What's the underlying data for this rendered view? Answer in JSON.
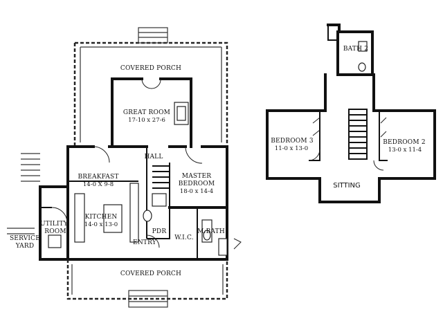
{
  "first_floor": {
    "covered_porch_rear": "COVERED PORCH",
    "great_room": {
      "name": "GREAT ROOM",
      "size": "17-10 x 27-6"
    },
    "hall": "HALL",
    "breakfast": {
      "name": "BREAKFAST",
      "size": "14-0 X 9-8"
    },
    "master_bedroom": {
      "name_line1": "MASTER",
      "name_line2": "BEDROOM",
      "size": "18-0 x 14-4"
    },
    "kitchen": {
      "name": "KITCHEN",
      "size": "14-0 x 13-0"
    },
    "utility_room": {
      "line1": "UTILITY",
      "line2": "ROOM"
    },
    "service_yard": {
      "line1": "SERVICE",
      "line2": "YARD"
    },
    "pdr": "PDR",
    "wic": "W.I.C.",
    "mbath": "M.BATH",
    "entry": "ENTRY",
    "covered_porch_front": "COVERED PORCH"
  },
  "second_floor": {
    "bath2": "BATH 2",
    "bedroom3": {
      "name": "BEDROOM 3",
      "size": "11-0 x 13-0"
    },
    "bedroom2": {
      "name": "BEDROOM 2",
      "size": "13-0 x 11-4"
    },
    "sitting": "SITTING"
  }
}
